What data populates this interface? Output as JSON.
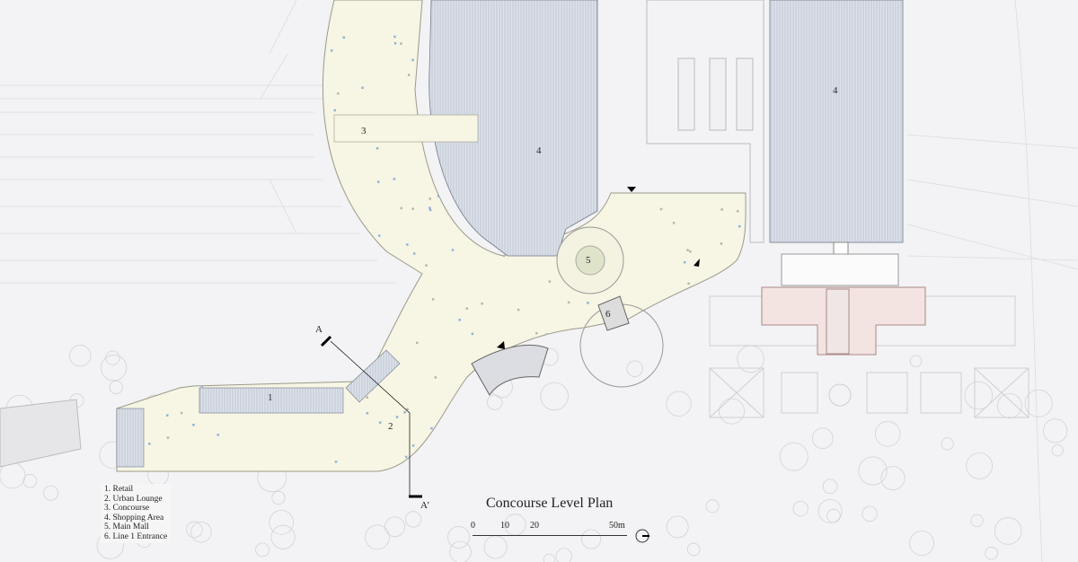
{
  "title": "Concourse Level Plan",
  "legend": [
    "1.  Retail",
    "2.  Urban Lounge",
    "3.  Concourse",
    "4.  Shopping Area",
    "5.  Main Mall",
    "6.  Line 1 Entrance"
  ],
  "plan_labels": {
    "retail": "1",
    "urban_lounge": "2",
    "concourse": "3",
    "shopping_area_left": "4",
    "shopping_area_right": "4",
    "main_mall": "5",
    "line1_entrance": "6"
  },
  "section_marks": {
    "start": "A",
    "end": "A’"
  },
  "scale_bar": {
    "ticks": [
      "0",
      "10",
      "20",
      "50m"
    ]
  },
  "colors": {
    "background": "#f3f2f4",
    "concourse": "#f7f5e4",
    "shopping": "#d9dee6",
    "pink_building": "#f3e3e1"
  }
}
